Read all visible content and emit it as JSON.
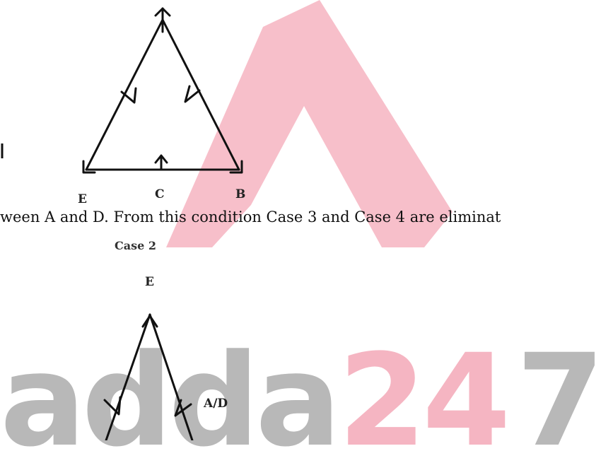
{
  "figure_top": {
    "labels": {
      "e": "E",
      "c": "C",
      "b": "B"
    }
  },
  "text_line": "ween A and D. From this condition Case 3 and Case 4 are eliminat",
  "figure_bottom": {
    "title": "Case 2",
    "labels": {
      "e": "E",
      "ad": "A/D"
    }
  },
  "watermark": {
    "word": "adda",
    "number": "24",
    "digit": "7",
    "colors": {
      "grey": "#b8b8b8",
      "pink": "#f5b5c2",
      "logo_pink": "#f7bcc7"
    }
  }
}
